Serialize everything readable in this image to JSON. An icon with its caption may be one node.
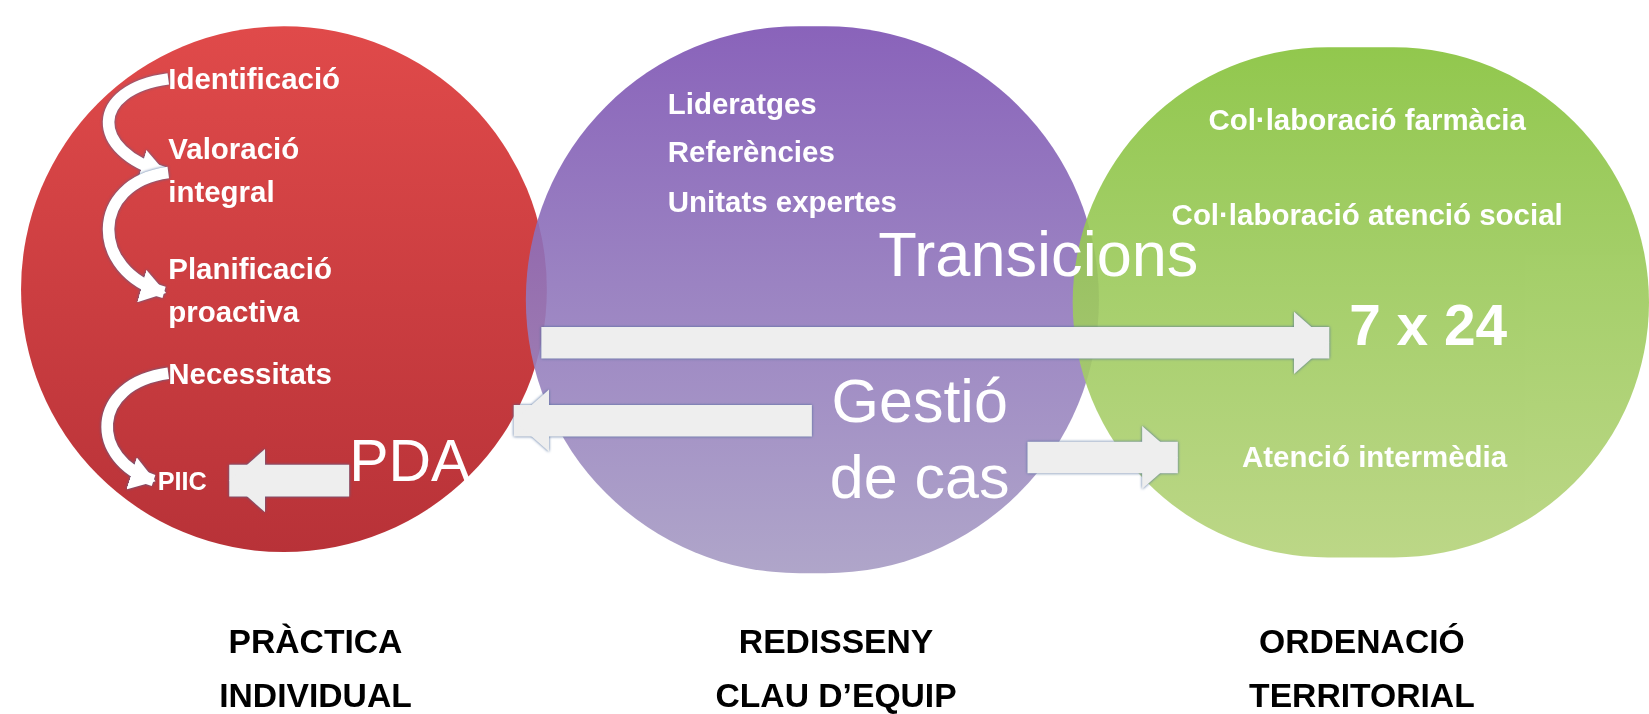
{
  "diagram": {
    "nodes": [
      {
        "text": [],
        "shape": "circle",
        "beside": [
          "PRÀCTICA INDIVIDUAL"
        ]
      },
      {
        "text": [
          "Identificació"
        ],
        "in": 0
      },
      {
        "text": [
          "Valoració integral"
        ],
        "in": 0
      },
      {
        "text": [
          "Planificació proactiva"
        ],
        "in": 0
      },
      {
        "text": [
          "Necessitats"
        ],
        "in": 0
      },
      {
        "text": [
          "PIIC"
        ],
        "in": 0
      },
      {
        "text": [
          "PDA"
        ],
        "in": 0
      },
      {
        "text": [
          "Lideratges",
          "Referències",
          "Unitats expertes"
        ],
        "beside": [
          "REDISSENY CLAU D’EQUIP"
        ]
      },
      {
        "text": [
          "Gestió de cas"
        ],
        "in": 7
      },
      {
        "text": [
          "Col·laboració farmàcia",
          "Col·laboració atenció social"
        ],
        "beside": [
          "ORDENACIÓ TERRITORIAL"
        ]
      },
      {
        "text": [
          "7 x 24"
        ],
        "in": 9
      },
      {
        "text": [
          "Atenció intermèdia"
        ],
        "in": 9
      }
    ],
    "edges": [
      {
        "from": 1,
        "to": 2,
        "arrow": "to"
      },
      {
        "from": 2,
        "to": 3,
        "arrow": "to"
      },
      {
        "from": 4,
        "to": 5,
        "arrow": "to"
      },
      {
        "from": 6,
        "to": 5,
        "arrow": "to"
      },
      {
        "from": 0,
        "to": 10,
        "arrow": "to",
        "label": "Transicions"
      },
      {
        "from": 8,
        "to": 0,
        "arrow": "to"
      },
      {
        "from": 8,
        "to": 11,
        "arrow": "to"
      }
    ]
  }
}
